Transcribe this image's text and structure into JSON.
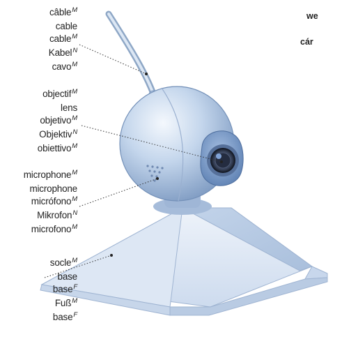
{
  "labels": {
    "cable": [
      {
        "text": "câble",
        "gender": "M"
      },
      {
        "text": "cable",
        "gender": ""
      },
      {
        "text": "cable",
        "gender": "M"
      },
      {
        "text": "Kabel",
        "gender": "N"
      },
      {
        "text": "cavo",
        "gender": "M"
      }
    ],
    "lens": [
      {
        "text": "objectif",
        "gender": "M"
      },
      {
        "text": "lens",
        "gender": ""
      },
      {
        "text": "objetivo",
        "gender": "M"
      },
      {
        "text": "Objektiv",
        "gender": "N"
      },
      {
        "text": "obiettivo",
        "gender": "M"
      }
    ],
    "microphone": [
      {
        "text": "microphone",
        "gender": "M"
      },
      {
        "text": "microphone",
        "gender": ""
      },
      {
        "text": "micrófono",
        "gender": "M"
      },
      {
        "text": "Mikrofon",
        "gender": "N"
      },
      {
        "text": "microfono",
        "gender": "M"
      }
    ],
    "base": [
      {
        "text": "socle",
        "gender": "M"
      },
      {
        "text": "base",
        "gender": ""
      },
      {
        "text": "base",
        "gender": "F"
      },
      {
        "text": "Fuß",
        "gender": "M"
      },
      {
        "text": "base",
        "gender": "F"
      }
    ]
  },
  "cut_off_text": {
    "line1": "we",
    "line2": "cár"
  },
  "colors": {
    "body_light": "#dfeaf6",
    "body_mid": "#a9c1de",
    "body_dark": "#6f8fb8",
    "base_light": "#e6eef8",
    "base_dark": "#b7c9e2",
    "text": "#222222"
  }
}
